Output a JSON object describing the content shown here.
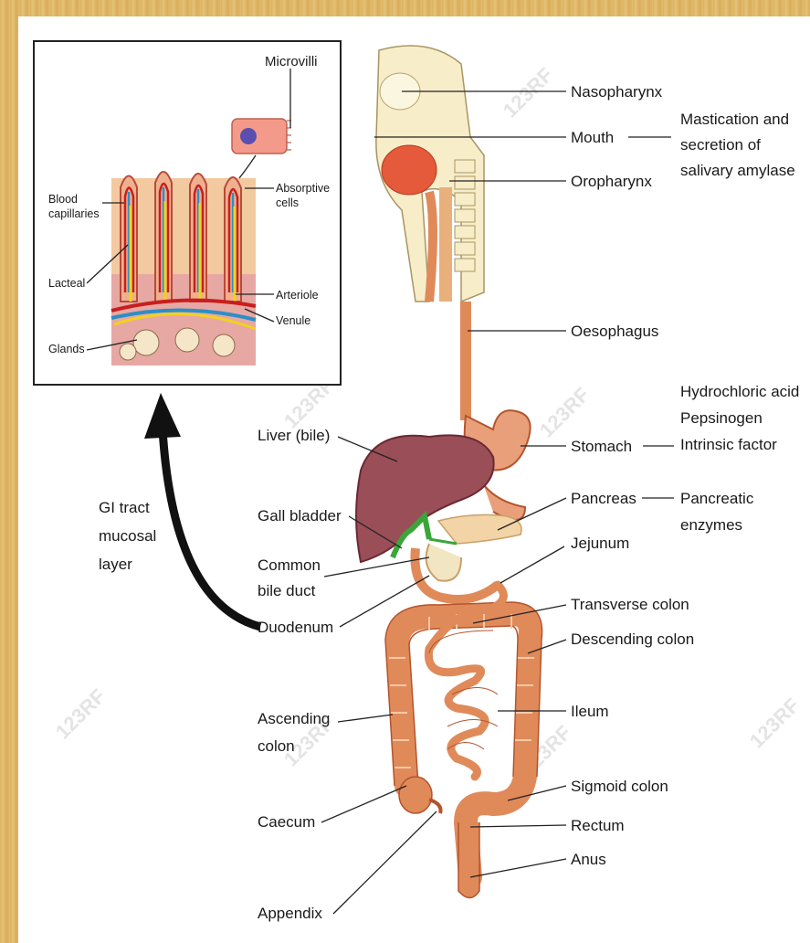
{
  "colors": {
    "background_border": "#e0b86a",
    "gut": "#e08a5a",
    "gut_dark": "#b4542c",
    "liver": "#9a4e58",
    "bile": "#3aa63a",
    "arrow": "#111111"
  },
  "watermark": "123RF",
  "inset": {
    "labels": {
      "microvilli": "Microvilli",
      "blood_capillaries": [
        "Blood",
        "capillaries"
      ],
      "absorptive_cells": [
        "Absorptive",
        "cells"
      ],
      "lacteal": "Lacteal",
      "arteriole": "Arteriole",
      "venule": "Venule",
      "glands": "Glands"
    }
  },
  "arrow_label": [
    "GI tract",
    "mucosal",
    "layer"
  ],
  "organs": {
    "nasopharynx": "Nasopharynx",
    "mouth": "Mouth",
    "oropharynx": "Oropharynx",
    "oesophagus": "Oesophagus",
    "stomach": "Stomach",
    "pancreas": "Pancreas",
    "jejunum": "Jejunum",
    "transverse_colon": "Transverse colon",
    "descending_colon": "Descending colon",
    "ileum": "Ileum",
    "sigmoid_colon": "Sigmoid colon",
    "rectum": "Rectum",
    "anus": "Anus",
    "liver": "Liver (bile)",
    "gall_bladder": "Gall bladder",
    "common_bile_duct": [
      "Common",
      "bile duct"
    ],
    "duodenum": "Duodenum",
    "ascending_colon": [
      "Ascending",
      "colon"
    ],
    "caecum": "Caecum",
    "appendix": "Appendix"
  },
  "notes": {
    "mouth": [
      "Mastication and",
      "secretion of",
      "salivary amylase"
    ],
    "stomach": [
      "Hydrochloric acid",
      "Pepsinogen",
      "Intrinsic factor"
    ],
    "pancreas": [
      "Pancreatic",
      "enzymes"
    ]
  }
}
